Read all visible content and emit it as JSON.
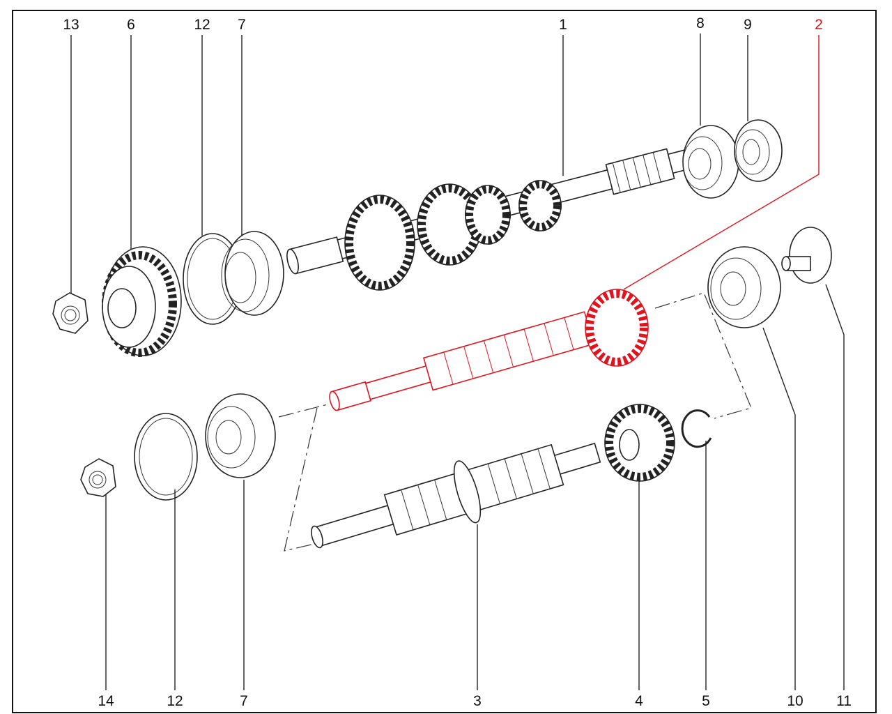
{
  "diagram": {
    "type": "exploded parts diagram - gearbox shafts",
    "highlight_color": "#e0141e",
    "highlighted_part": "2",
    "top_labels": [
      "13",
      "6",
      "12",
      "7",
      "1",
      "8",
      "9",
      "2"
    ],
    "bottom_labels": [
      "14",
      "12",
      "7",
      "3",
      "4",
      "5",
      "10",
      "11"
    ]
  }
}
